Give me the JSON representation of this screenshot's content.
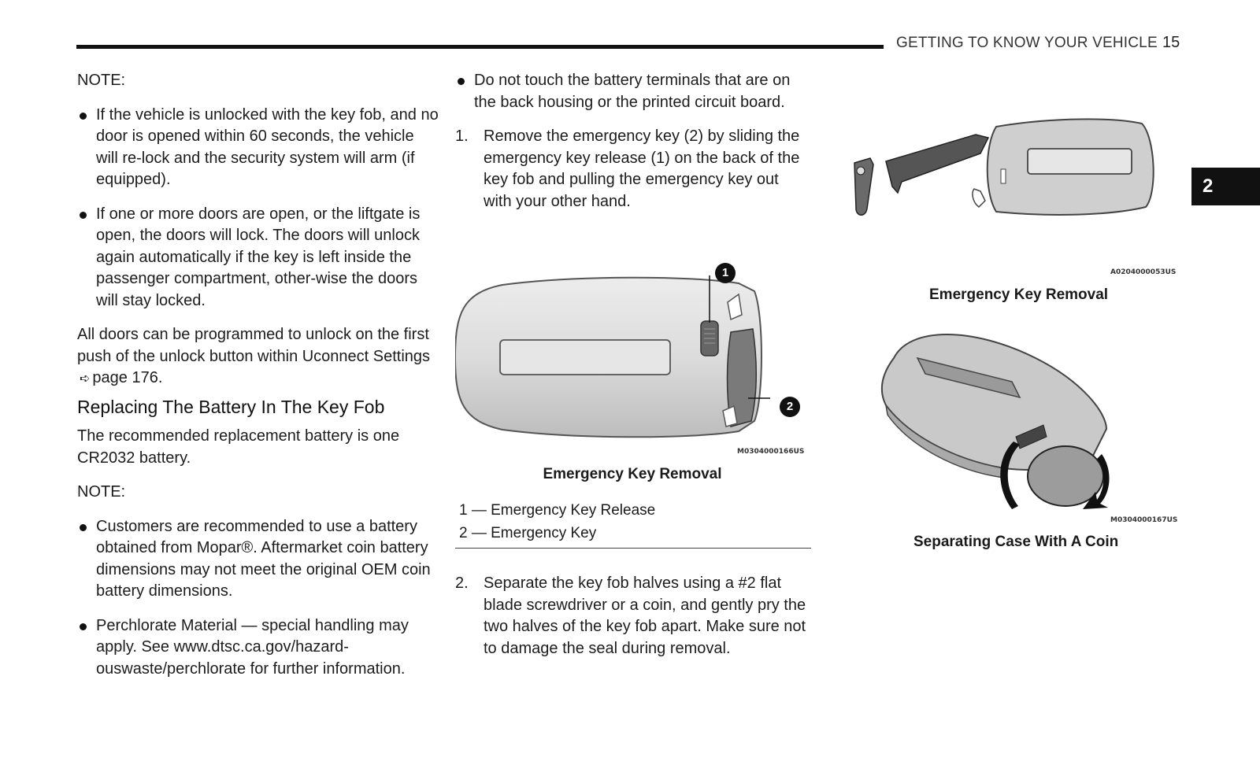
{
  "header": {
    "title": "GETTING TO KNOW YOUR VEHICLE",
    "page_number": "15",
    "chapter_tab": "2"
  },
  "column1": {
    "note1_label": "NOTE:",
    "note1_bullets": [
      "If the vehicle is unlocked with the key fob, and no door is opened within 60 seconds, the vehicle will re-lock and the security system will arm (if equipped).",
      "If one or more doors are open, or the liftgate is open, the doors will lock. The doors will unlock again automatically if the key is left inside the passenger compartment, other-wise the doors will stay locked."
    ],
    "program_text": "All doors can be programmed to unlock on the first push of the unlock button within Uconnect Settings",
    "page_ref_icon": "arrow-right-icon",
    "page_ref": "page 176.",
    "section_heading": "Replacing The Battery In The Key Fob",
    "battery_text": "The recommended replacement battery is one CR2032 battery.",
    "note2_label": "NOTE:",
    "note2_bullets": [
      "Customers are recommended to use a battery obtained from Mopar®. Aftermarket coin battery dimensions may not meet the original OEM coin battery dimensions.",
      "Perchlorate Material — special handling may apply. See www.dtsc.ca.gov/hazard-ouswaste/perchlorate for further information."
    ]
  },
  "column2": {
    "bullet": "Do not touch the battery terminals that are on the back housing or the printed circuit board.",
    "step1_number": "1.",
    "step1_text": "Remove the emergency key (2) by sliding the emergency key release (1) on the back of the key fob and pulling the emergency key out with your other hand.",
    "figure": {
      "callout1": "1",
      "callout2": "2",
      "code": "M0304000166US",
      "caption": "Emergency Key Removal"
    },
    "legend": [
      "1 — Emergency Key Release",
      "2 — Emergency Key"
    ],
    "step2_number": "2.",
    "step2_text": "Separate the key fob halves using a #2 flat blade screwdriver or a coin, and gently pry the two halves of the key fob apart. Make sure not to damage the seal during removal."
  },
  "column3": {
    "figure1": {
      "code": "A0204000053US",
      "caption": "Emergency Key Removal"
    },
    "figure2": {
      "code": "M0304000167US",
      "caption": "Separating Case With A Coin"
    }
  }
}
